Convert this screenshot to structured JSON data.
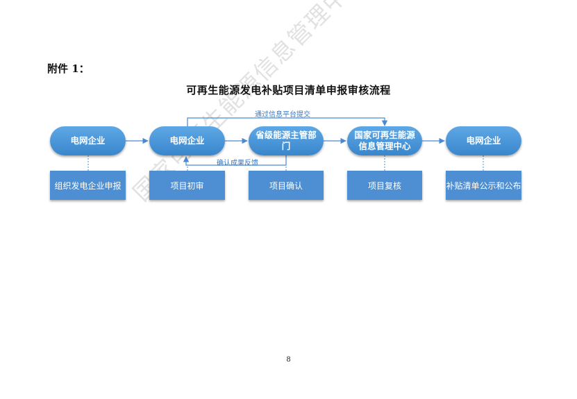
{
  "attachment_label": "附件 1：",
  "title": "可再生能源发电补贴项目清单申报审核流程",
  "nodes": [
    {
      "label": "电网企业"
    },
    {
      "label": "电网企业"
    },
    {
      "label": "省级能源主管部门"
    },
    {
      "label": "国家可再生能源信息管理中心"
    },
    {
      "label": "电网企业"
    }
  ],
  "steps": [
    {
      "label": "组织发电企业申报"
    },
    {
      "label": "项目初审"
    },
    {
      "label": "项目确认"
    },
    {
      "label": "项目复核"
    },
    {
      "label": "补贴清单公示和公布"
    }
  ],
  "flows": {
    "submit_via_platform": "通过信息平台提交",
    "feedback": "确认成果反馈"
  },
  "watermark": "国家可再生能源信息管理中心",
  "page_number": "8",
  "colors": {
    "node_top": "#5ea8e6",
    "node_bottom": "#3a86cc",
    "step_box": "#4d8fd2",
    "arrow": "#4a8ad0",
    "text_on_blue": "#ffffff"
  }
}
